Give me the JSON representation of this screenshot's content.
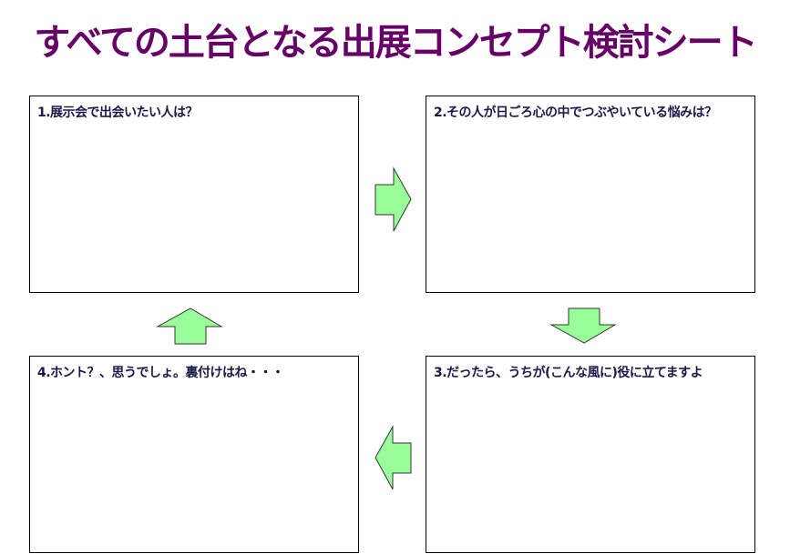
{
  "title": "すべての土台となる出展コンセプト検討シート",
  "colors": {
    "title": "#660066",
    "label": "#1a1a4a",
    "arrow_fill": "#99ff99",
    "arrow_stroke": "#333333"
  },
  "boxes": [
    {
      "label": "1.展示会で出会いたい人は？"
    },
    {
      "label": "2.その人が日ごろ心の中でつぶやいている悩みは？"
    },
    {
      "label": "3.だったら、うちが(こんな風に)役に立てますよ"
    },
    {
      "label": "4.ホント？、思うでしょ。裏付けはね・・・"
    }
  ],
  "arrows": [
    {
      "name": "arrow-right-icon"
    },
    {
      "name": "arrow-down-icon"
    },
    {
      "name": "arrow-left-icon"
    },
    {
      "name": "arrow-up-icon"
    }
  ]
}
